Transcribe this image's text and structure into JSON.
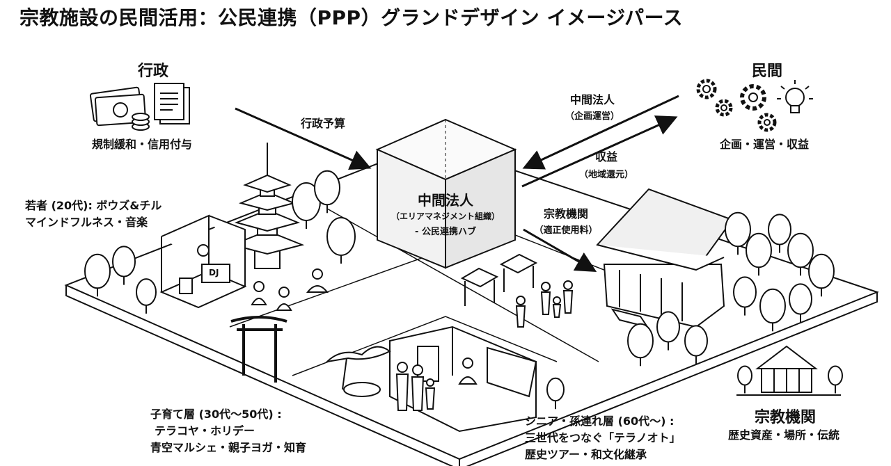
{
  "title": "宗教施設の民間活用：公民連携（PPP）グランドデザイン イメージパース",
  "admin": {
    "heading": "行政",
    "sub": "規制緩和・信用付与",
    "arrow_label": "行政予算",
    "icons": [
      "money-icon",
      "document-icon",
      "coins-icon"
    ]
  },
  "private": {
    "heading": "民間",
    "sub": "企画・運営・収益",
    "icons": [
      "gear-icon",
      "lightbulb-icon"
    ]
  },
  "flows": {
    "to_private_title": "中間法人",
    "to_private_sub": "（企画運営）",
    "from_private_title": "収益",
    "from_private_sub": "（地域還元）",
    "to_temple_title": "宗教機関",
    "to_temple_sub": "（適正使用料）"
  },
  "hub": {
    "title": "中間法人",
    "sub": "（エリアマネジメント組織）",
    "sub2": "- 公民連携ハブ"
  },
  "youth": {
    "line1": "若者 (20代): ボウズ&チル",
    "line2": "マインドフルネス・音楽",
    "dj_sign": "DJ"
  },
  "parents": {
    "line1": "子育て層 (30代〜50代) :",
    "line2": "テラコヤ・ホリデー",
    "line3": "青空マルシェ・親子ヨガ・知育"
  },
  "seniors": {
    "line1": "シニア・孫連れ層 (60代〜) :",
    "line2": "三世代をつなぐ「テラノオト」",
    "line3": "歴史ツアー・和文化継承"
  },
  "temple": {
    "heading": "宗教機関",
    "sub": "歴史資産・場所・伝統"
  },
  "colors": {
    "ink": "#111111",
    "paper": "#ffffff",
    "shade": "#e9e9e9"
  }
}
